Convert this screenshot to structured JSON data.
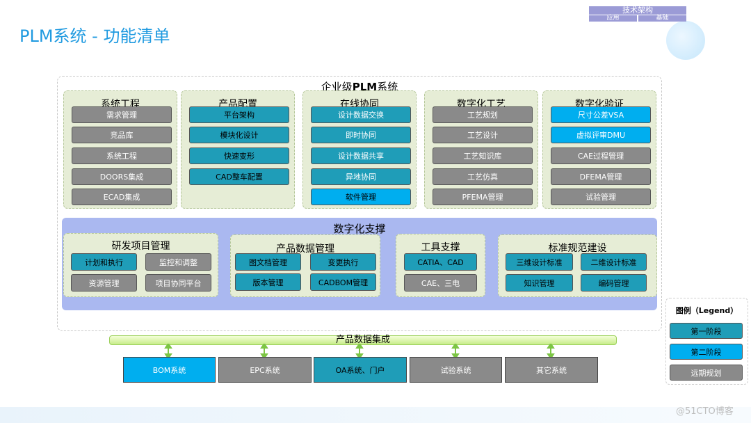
{
  "page_title": "PLM系统 - 功能清单",
  "nav": {
    "top": "技术架构",
    "left": "应用",
    "right": "基础"
  },
  "outer_title_prefix": "企业级",
  "outer_title_bold": "PLM",
  "outer_title_suffix": "系统",
  "categories": [
    {
      "title": "系统工程",
      "items": [
        "需求管理",
        "竞品库",
        "系统工程",
        "DOORS集成",
        "ECAD集成"
      ]
    },
    {
      "title": "产品配置",
      "items": [
        "平台架构",
        "模块化设计",
        "快速变形",
        "CAD整车配置"
      ]
    },
    {
      "title": "在线协同",
      "items": [
        "设计数据交换",
        "即时协同",
        "设计数据共享",
        "异地协同",
        "软件管理"
      ]
    },
    {
      "title": "数字化工艺",
      "items": [
        "工艺规划",
        "工艺设计",
        "工艺知识库",
        "工艺仿真",
        "PFEMA管理"
      ]
    },
    {
      "title": "数字化验证",
      "items": [
        "尺寸公差VSA",
        "虚拟评审DMU",
        "CAE过程管理",
        "DFEMA管理",
        "试验管理"
      ]
    }
  ],
  "digital_support": {
    "title": "数字化支撑",
    "groups": [
      {
        "title": "研发项目管理",
        "items": [
          "计划和执行",
          "监控和调整",
          "资源管理",
          "项目协同平台"
        ]
      },
      {
        "title": "产品数据管理",
        "items": [
          "图文档管理",
          "变更执行",
          "版本管理",
          "CADBOM管理"
        ]
      },
      {
        "title": "工具支撑",
        "items": [
          "CATIA、CAD",
          "CAE、三电"
        ]
      },
      {
        "title": "标准规范建设",
        "items": [
          "三维设计标准",
          "二维设计标准",
          "知识管理",
          "编码管理"
        ]
      }
    ]
  },
  "integration_title": "产品数据集成",
  "systems": [
    "BOM系统",
    "EPC系统",
    "OA系统、门户",
    "试验系统",
    "其它系统"
  ],
  "legend": {
    "title": "图例（Legend）",
    "items": [
      "第一阶段",
      "第二阶段",
      "远期规划"
    ]
  },
  "watermark": "@51CTO博客",
  "colors": {
    "phase1": "#1f9db8",
    "phase2": "#00aeef",
    "future": "#8a8a8a",
    "category_bg": "#e6edd6",
    "support_bg": "#aab8f0",
    "title": "#1f9ae0"
  }
}
